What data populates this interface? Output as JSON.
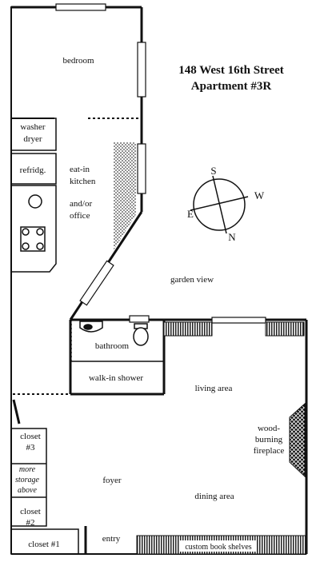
{
  "title": {
    "line1": "148 West 16th Street",
    "line2": "Apartment #3R"
  },
  "compass": {
    "s": "S",
    "w": "W",
    "e": "E",
    "n": "N"
  },
  "rooms": {
    "bedroom": "bedroom",
    "washer": "washer",
    "dryer": "dryer",
    "refridg": "refridg.",
    "eatin": "eat-in",
    "kitchen": "kitchen",
    "andor": "and/or",
    "office": "office",
    "garden_view": "garden view",
    "bathroom": "bathroom",
    "walkin_shower": "walk-in shower",
    "living_area": "living area",
    "wood": "wood-",
    "burning": "burning",
    "fireplace": "fireplace",
    "closet3_a": "closet",
    "closet3_b": "#3",
    "more": "more",
    "storage": "storage",
    "above": "above",
    "closet2_a": "closet",
    "closet2_b": "#2",
    "foyer": "foyer",
    "dining_area": "dining area",
    "closet1": "closet #1",
    "entry": "entry",
    "bookshelves": "custom book shelves"
  },
  "colors": {
    "wall": "#111111",
    "hatch": "#555555",
    "background": "#ffffff"
  }
}
